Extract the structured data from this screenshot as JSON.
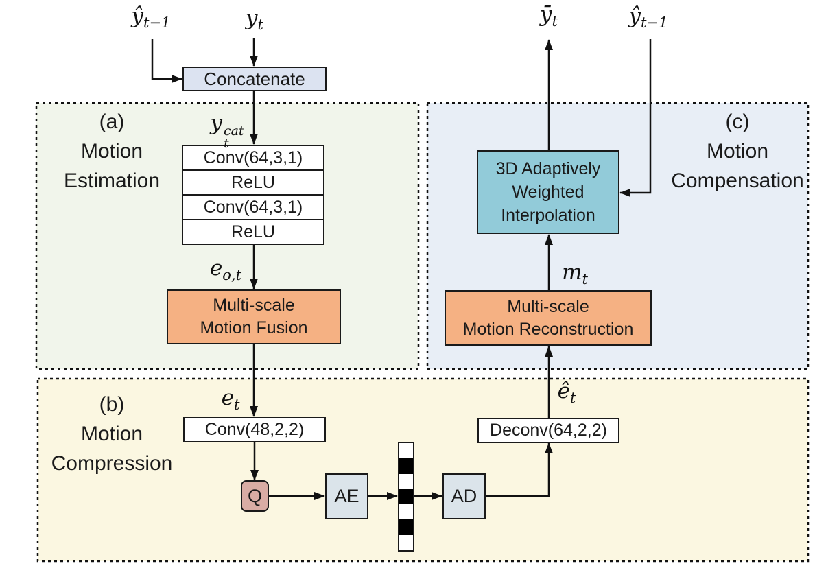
{
  "figure": {
    "panels": {
      "a": {
        "tag": "(a)",
        "line1": "Motion",
        "line2": "Estimation"
      },
      "b": {
        "tag": "(b)",
        "line1": "Motion",
        "line2": "Compression"
      },
      "c": {
        "tag": "(c)",
        "line1": "Motion",
        "line2": "Compensation"
      }
    },
    "nodes": {
      "concatenate": {
        "label": "Concatenate"
      },
      "stack": {
        "rows": [
          "Conv(64,3,1)",
          "ReLU",
          "Conv(64,3,1)",
          "ReLU"
        ]
      },
      "fusion": {
        "line1": "Multi-scale",
        "line2": "Motion Fusion"
      },
      "conv48": {
        "label": "Conv(48,2,2)"
      },
      "quantizer": {
        "label": "Q"
      },
      "ae": {
        "label": "AE"
      },
      "ad": {
        "label": "AD"
      },
      "deconv": {
        "label": "Deconv(64,2,2)"
      },
      "reconstruction": {
        "line1": "Multi-scale",
        "line2": "Motion Reconstruction"
      },
      "interpolation": {
        "line1": "3D Adaptively",
        "line2": "Weighted",
        "line3": "Interpolation"
      }
    },
    "math": {
      "y_hat_prev_in": {
        "base": "ŷ",
        "sub": "t−1"
      },
      "y_t_in": {
        "base": "y",
        "sub": "t"
      },
      "y_cat": {
        "base": "y",
        "sup": "cat",
        "sub": "t"
      },
      "e_o_t": {
        "base": "e",
        "sub": "o,t"
      },
      "e_t": {
        "base": "e",
        "sub": "t"
      },
      "e_hat_t": {
        "base": "ê",
        "sub": "t"
      },
      "m_t": {
        "base": "m",
        "sub": "t"
      },
      "y_bar_out": {
        "base": "ȳ",
        "sub": "t"
      },
      "y_hat_prev_ref": {
        "base": "ŷ",
        "sub": "t−1"
      }
    },
    "bitstream": {
      "pattern": [
        "white",
        "black",
        "white",
        "black",
        "white",
        "black",
        "white"
      ]
    },
    "colors": {
      "panel_a_bg": "#f1f5eb",
      "panel_b_bg": "#fbf7e1",
      "panel_c_bg": "#e8eef6",
      "concatenate_bg": "#dce3f1",
      "orange_bg": "#f5b183",
      "teal_bg": "#92cbd9",
      "quantizer_bg": "#d9aca4",
      "codec_bg": "#dbe4ea",
      "line": "#111111"
    }
  }
}
